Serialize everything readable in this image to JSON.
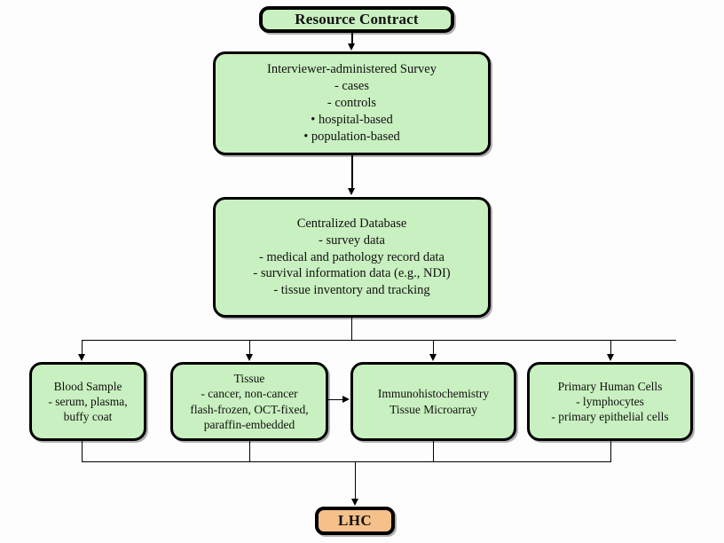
{
  "diagram": {
    "title": "Resource Contract",
    "background_color": "#fdfdfd",
    "node_fill_color": "#c9f0c0",
    "terminal_fill_color": "#f5c08a",
    "border_color": "#000000"
  },
  "nodes": {
    "resource_contract": {
      "label": "Resource Contract",
      "lines": [
        "Resource Contract"
      ]
    },
    "survey": {
      "label": "Interviewer-administered Survey",
      "lines": [
        "Interviewer-administered Survey",
        "- cases",
        "- controls",
        "• hospital-based",
        "• population-based"
      ]
    },
    "database": {
      "label": "Centralized Database",
      "lines": [
        "Centralized Database",
        "- survey data",
        "- medical and pathology record data",
        "- survival information data (e.g., NDI)",
        "- tissue inventory and tracking"
      ]
    },
    "blood_sample": {
      "label": "Blood Sample",
      "lines": [
        "Blood Sample",
        "- serum, plasma,",
        "buffy coat"
      ]
    },
    "tissue": {
      "label": "Tissue",
      "lines": [
        "Tissue",
        "- cancer, non-cancer",
        "flash-frozen, OCT-fixed,",
        "paraffin-embedded"
      ]
    },
    "ihc": {
      "label": "Immunohistochemistry Tissue Microarray",
      "lines": [
        "Immunohistochemistry",
        "Tissue Microarray"
      ]
    },
    "primary_cells": {
      "label": "Primary Human Cells",
      "lines": [
        "Primary Human Cells",
        "- lymphocytes",
        "- primary epithelial cells"
      ]
    },
    "lhc": {
      "label": "LHC",
      "lines": [
        "LHC"
      ]
    }
  }
}
